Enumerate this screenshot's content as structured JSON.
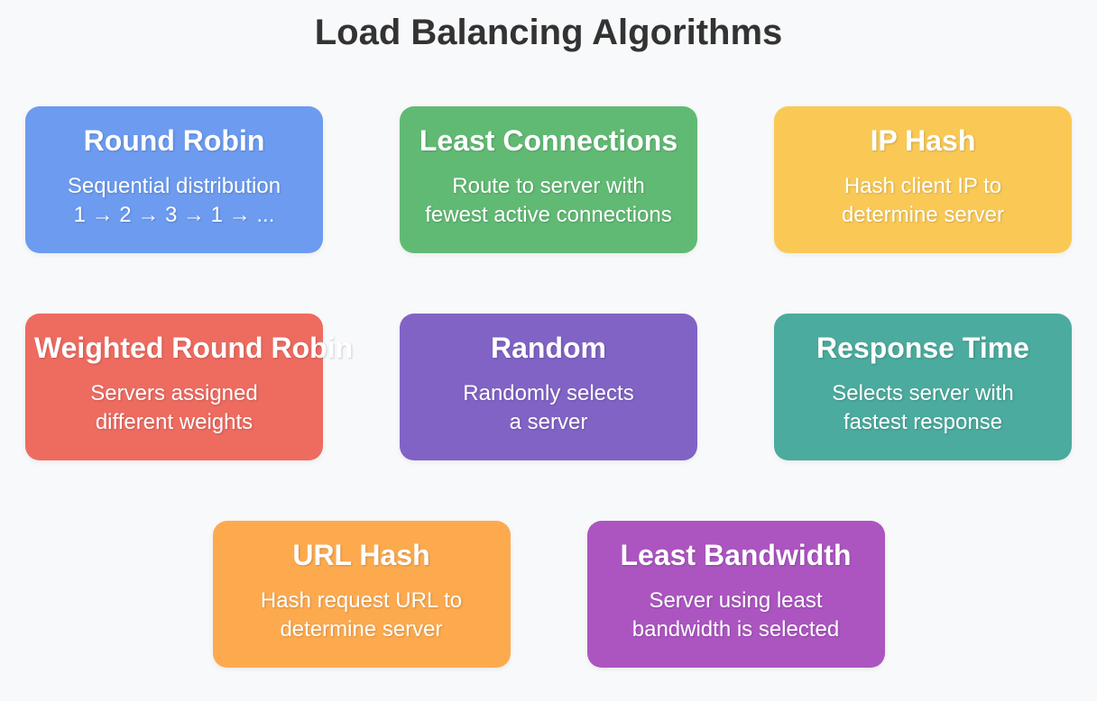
{
  "header": {
    "title": "Load Balancing Algorithms",
    "title_color": "#333333",
    "background": "#f8f9fa"
  },
  "cards": [
    {
      "name": "Round Robin",
      "color": "#6c9bf0",
      "desc_line1": "Sequential distribution",
      "desc_line2": "1 → 2 → 3 → 1 → ..."
    },
    {
      "name": "Least Connections",
      "color": "#61ba74",
      "desc_line1": "Route to server with",
      "desc_line2": "fewest active connections"
    },
    {
      "name": "IP Hash",
      "color": "#fac955",
      "desc_line1": "Hash client IP to",
      "desc_line2": "determine server"
    },
    {
      "name": "Weighted Round Robin",
      "color": "#ee6b60",
      "desc_line1": "Servers assigned",
      "desc_line2": "different weights"
    },
    {
      "name": "Random",
      "color": "#8163c5",
      "desc_line1": "Randomly selects",
      "desc_line2": "a server"
    },
    {
      "name": "Response Time",
      "color": "#4bab9e",
      "desc_line1": "Selects server with",
      "desc_line2": "fastest response"
    },
    {
      "name": "URL Hash",
      "color": "#fdaa4f",
      "desc_line1": "Hash request URL to",
      "desc_line2": "determine server"
    },
    {
      "name": "Least Bandwidth",
      "color": "#ac55c1",
      "desc_line1": "Server using least",
      "desc_line2": "bandwidth is selected"
    }
  ]
}
